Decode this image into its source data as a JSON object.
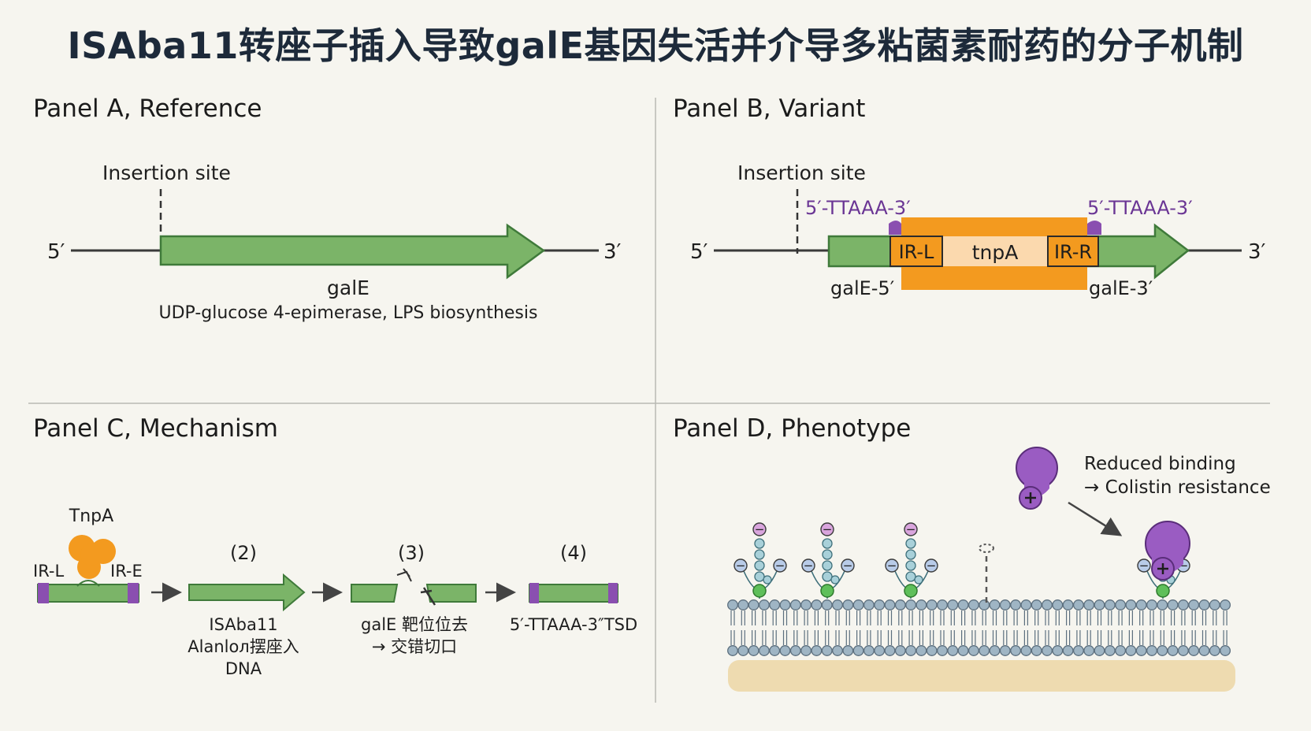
{
  "title": "ISAba11转座子插入导致galE基因失活并介导多粘菌素耐药的分子机制",
  "panels": {
    "a": {
      "title": "Panel A, Reference",
      "insertion_label": "Insertion site",
      "end5": "5′",
      "end3": "3′",
      "gene_name": "galE",
      "gene_desc": "UDP-glucose 4-epimerase, LPS biosynthesis"
    },
    "b": {
      "title": "Panel B, Variant",
      "insertion_label": "Insertion site",
      "end5": "5′",
      "end3": "3′",
      "tsd_left": "5′-TTAAA-3′",
      "tsd_right": "5′-TTAAA-3′",
      "ir_left": "IR-L",
      "tnp": "tnpA",
      "ir_right": "IR-R",
      "gene5": "galE-5′",
      "gene3": "galE-3′"
    },
    "c": {
      "title": "Panel C, Mechanism",
      "enzyme": "TnpA",
      "ir_left": "IR-L",
      "ir_right": "IR-E",
      "step2": "(2)",
      "step3": "(3)",
      "step4": "(4)",
      "label2_line1": "ISAba11",
      "label2_line2": "Alanloл摆座入",
      "label2_line3": "DNA",
      "label3_line1": "galE 靶位位去",
      "label3_line2": "→ 交错切口",
      "label4": "5′-TTAAA-3″TSD"
    },
    "d": {
      "title": "Panel D, Phenotype",
      "note_line1": "Reduced binding",
      "note_line2": "→ Colistin resistance",
      "minus": "−",
      "plus": "+"
    }
  },
  "colors": {
    "green": "#7bb468",
    "green_dark": "#3f7a3a",
    "orange": "#f39a1f",
    "orange_light": "#fbd9ae",
    "purple": "#8a4fb0",
    "purple_dark": "#5a2d7a",
    "lipid_head": "#9fb5c4",
    "lipid_stroke": "#5c6f7e",
    "base": "#ecd6a5"
  }
}
